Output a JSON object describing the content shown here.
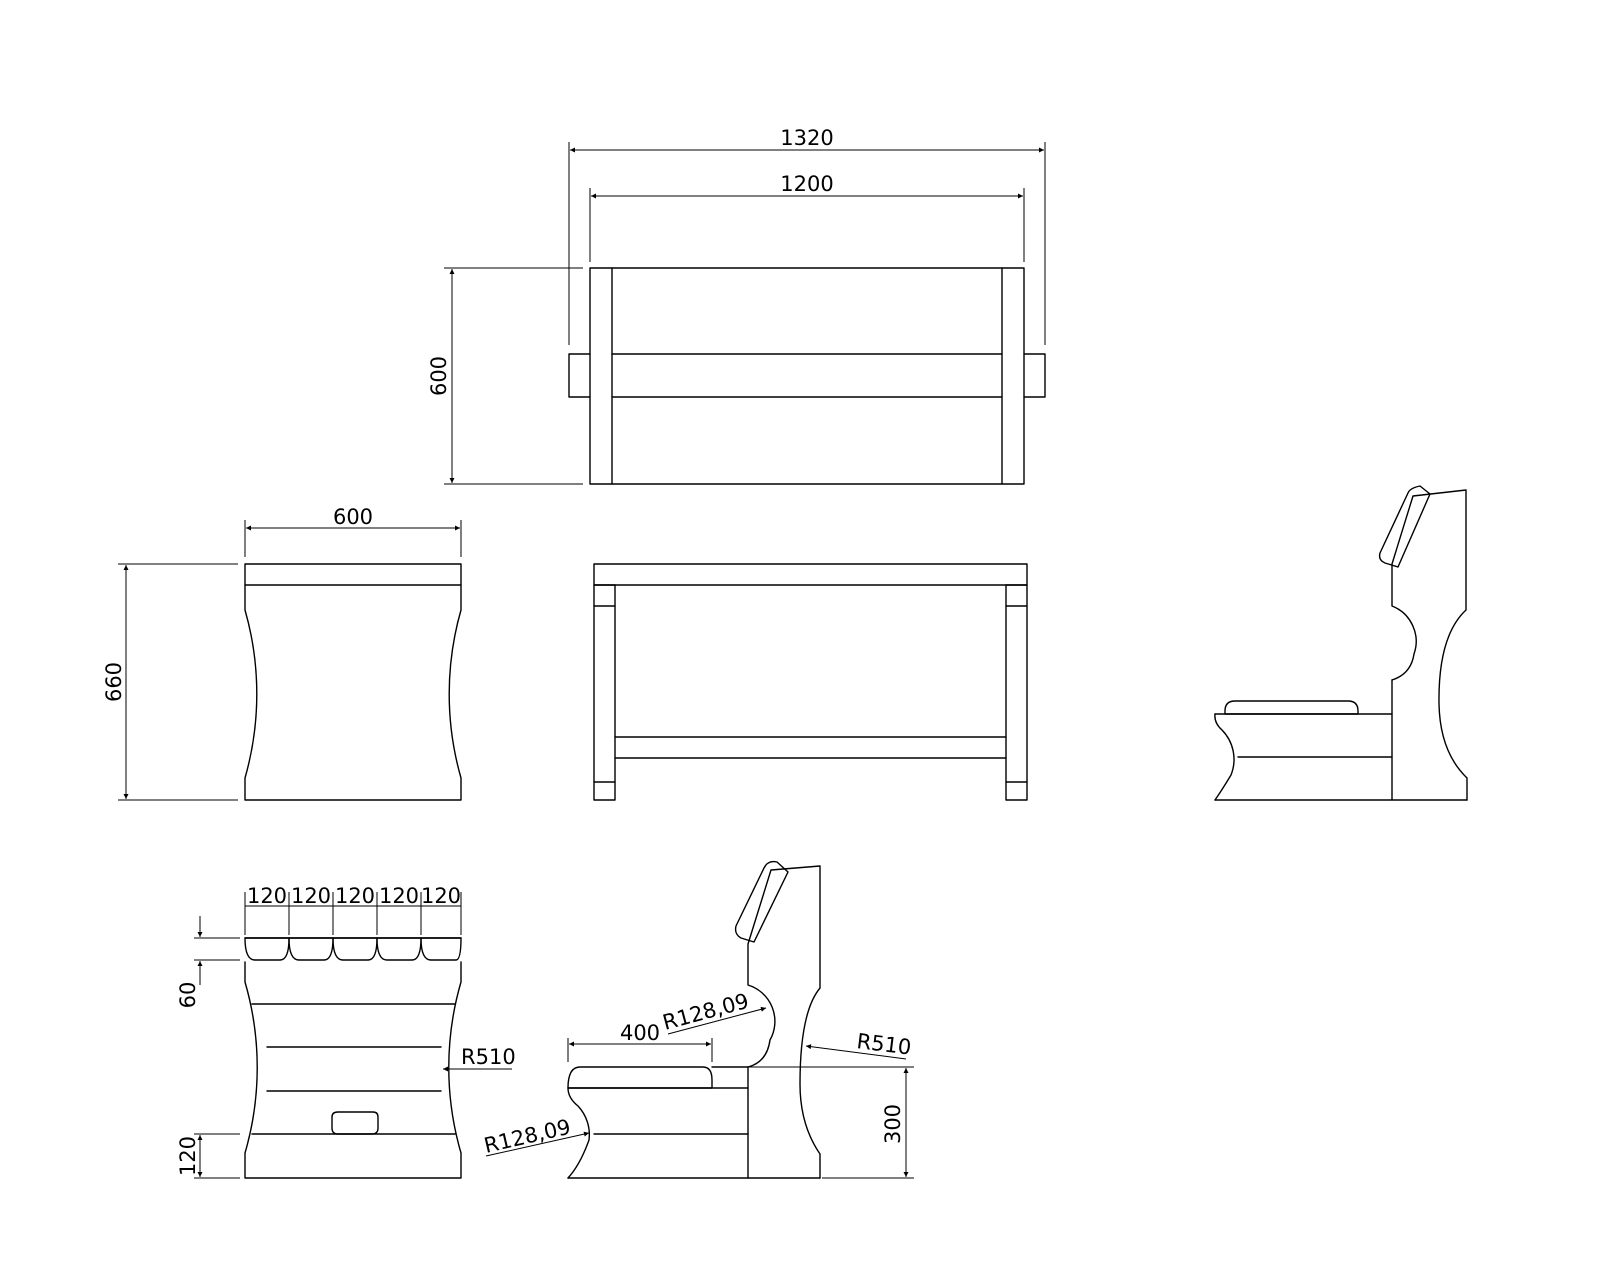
{
  "colors": {
    "background": "#ffffff",
    "ink": "#000000"
  },
  "top_view": {
    "overall_width": "1320",
    "inner_width": "1200",
    "depth": "600"
  },
  "front_view": {},
  "end_view": {
    "width": "600",
    "height": "660"
  },
  "side_view": {},
  "slat_view": {
    "slat_widths": [
      "120",
      "120",
      "120",
      "120",
      "120"
    ],
    "seat_thickness": "60",
    "base_height": "120",
    "curve_radius": "R510"
  },
  "section_view": {
    "seat_depth": "400",
    "back_radius": "R128,09",
    "front_radius": "R128,09",
    "back_curve_radius": "R510",
    "seat_height": "300"
  }
}
